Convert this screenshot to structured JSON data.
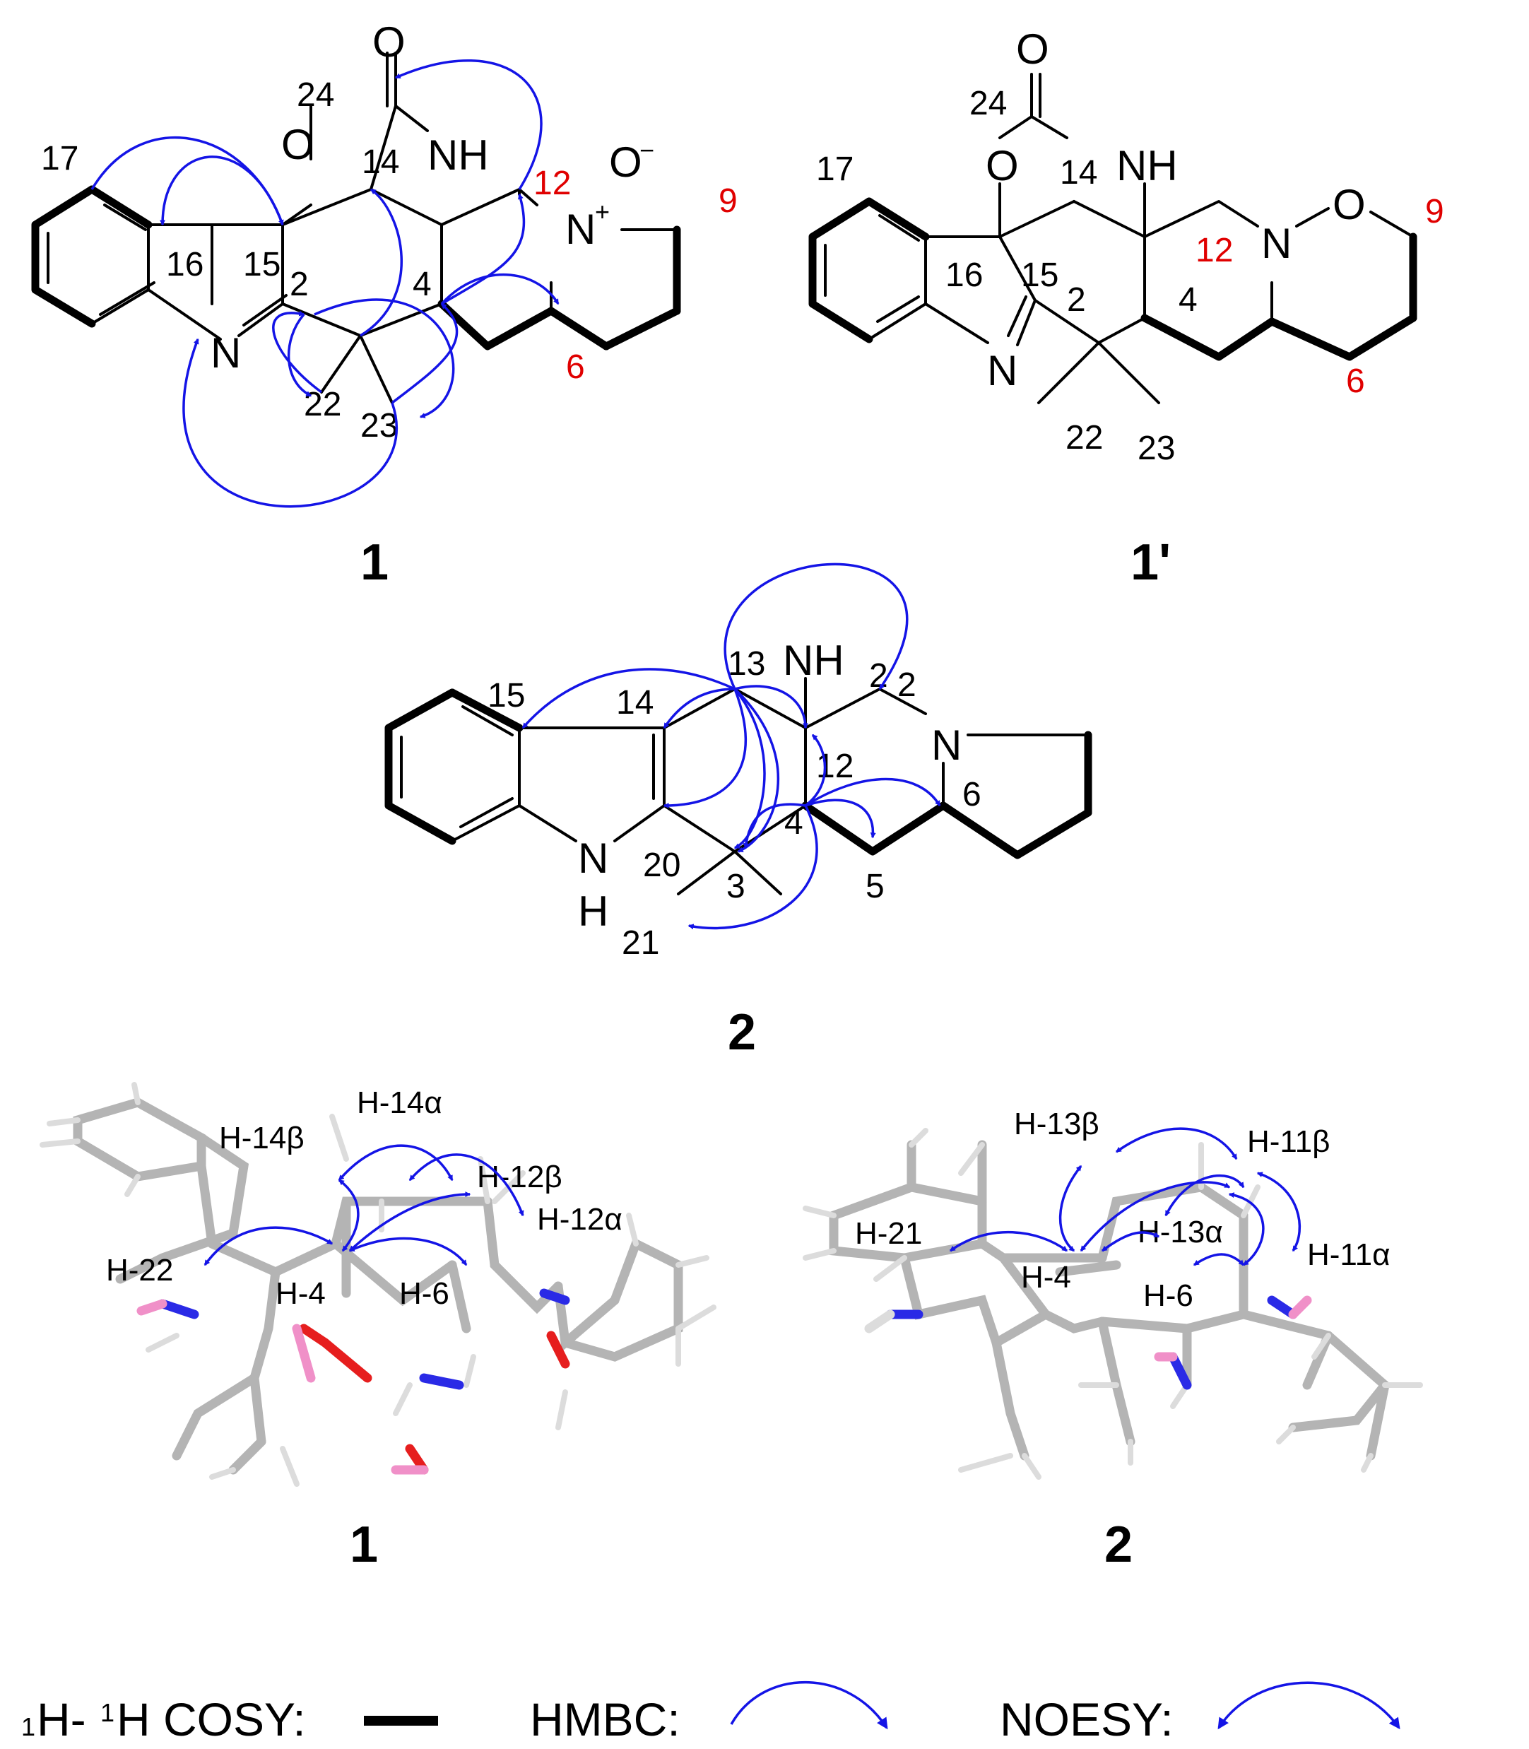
{
  "compounds": {
    "c1": {
      "label": "1",
      "atoms": {
        "o_carbonyl": "O",
        "o_ring": "O",
        "nh": "NH",
        "n_plus": "N",
        "plus": "+",
        "o_minus": "O",
        "minus": "−",
        "n_imine": "N"
      },
      "numbers": {
        "n24": "24",
        "n17": "17",
        "n14": "14",
        "n12": "12",
        "n9": "9",
        "n16": "16",
        "n15": "15",
        "n2": "2",
        "n4": "4",
        "n6": "6",
        "n22": "22",
        "n23": "23"
      }
    },
    "c1p": {
      "label": "1'",
      "atoms": {
        "o_carbonyl": "O",
        "o_ring": "O",
        "nh": "NH",
        "n_ring": "N",
        "o_nring": "O",
        "n_imine": "N"
      },
      "numbers": {
        "n24": "24",
        "n17": "17",
        "n14": "14",
        "n12": "12",
        "n9": "9",
        "n16": "16",
        "n15": "15",
        "n2": "2",
        "n4": "4",
        "n6": "6",
        "n22": "22",
        "n23": "23"
      }
    },
    "c2": {
      "label": "2",
      "atoms": {
        "nh2": "NH",
        "sub2": "2",
        "n_ring": "N",
        "nh_n": "N",
        "nh_h": "H"
      },
      "numbers": {
        "n13": "13",
        "n15": "15",
        "n14": "14",
        "n2": "2",
        "n12": "12",
        "n6": "6",
        "n4": "4",
        "n20": "20",
        "n3": "3",
        "n5": "5",
        "n21": "21"
      }
    }
  },
  "models": {
    "m1": {
      "label": "1",
      "h_labels": {
        "h14b": "H-14β",
        "h14a": "H-14α",
        "h12b": "H-12β",
        "h12a": "H-12α",
        "h22": "H-22",
        "h4": "H-4",
        "h6": "H-6"
      }
    },
    "m2": {
      "label": "2",
      "h_labels": {
        "h13b": "H-13β",
        "h11b": "H-11β",
        "h21": "H-21",
        "h13a": "H-13α",
        "h11a": "H-11α",
        "h4": "H-4",
        "h6": "H-6"
      }
    }
  },
  "legend": {
    "cosy_sup1": "1",
    "cosy_h1": "H-",
    "cosy_sup2": "1",
    "cosy_rest": "H COSY:",
    "hmbc": "HMBC:",
    "noesy": "NOESY:"
  },
  "colors": {
    "arrow": "#1414e6",
    "label_highlight": "#e00000",
    "bond_carbon": "#b4b4b4",
    "nitrogen": "#2a2ae6",
    "oxygen": "#e61e1e",
    "hydrogen_o": "#f090c8"
  }
}
